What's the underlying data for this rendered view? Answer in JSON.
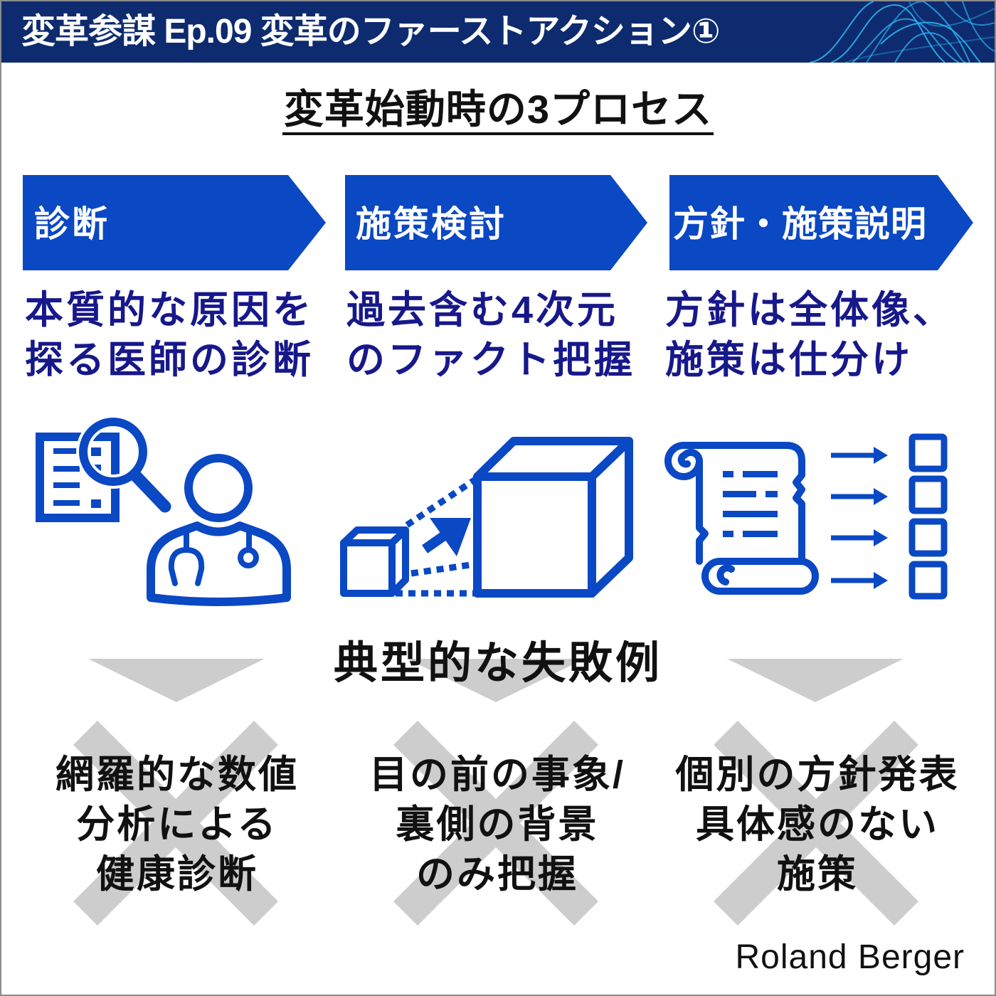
{
  "header": {
    "title": "変革参謀 Ep.09 変革のファーストアクション①"
  },
  "section_title": "変革始動時の3プロセス",
  "processes": [
    {
      "label": "診断",
      "description": [
        "本質的な原因を",
        "探る医師の診断"
      ],
      "icon": "doctor-diagnosis-icon"
    },
    {
      "label": "施策検討",
      "description": [
        "過去含む4次元",
        "のファクト把握"
      ],
      "icon": "cube-expansion-icon"
    },
    {
      "label": "方針・施策説明",
      "description": [
        "方針は全体像、",
        "施策は仕分け"
      ],
      "icon": "scroll-distribution-icon"
    }
  ],
  "failure_heading": "典型的な失敗例",
  "failures": [
    {
      "lines": [
        "網羅的な数値",
        "分析による",
        "健康診断"
      ]
    },
    {
      "lines": [
        "目の前の事象/",
        "裏側の背景",
        "のみ把握"
      ]
    },
    {
      "lines": [
        "個別の方針発表",
        "具体感のない",
        "施策"
      ]
    }
  ],
  "footer": {
    "brand": "Roland Berger"
  },
  "colors": {
    "navy": "#0d2b6e",
    "chevron_blue": "#0a48c4",
    "icon_blue": "#0a48c4",
    "description_text": "#17188a",
    "wave_cyan": "#2ab2f2",
    "failure_gray": "#cdcdcd",
    "border": "#8c8c8c"
  }
}
